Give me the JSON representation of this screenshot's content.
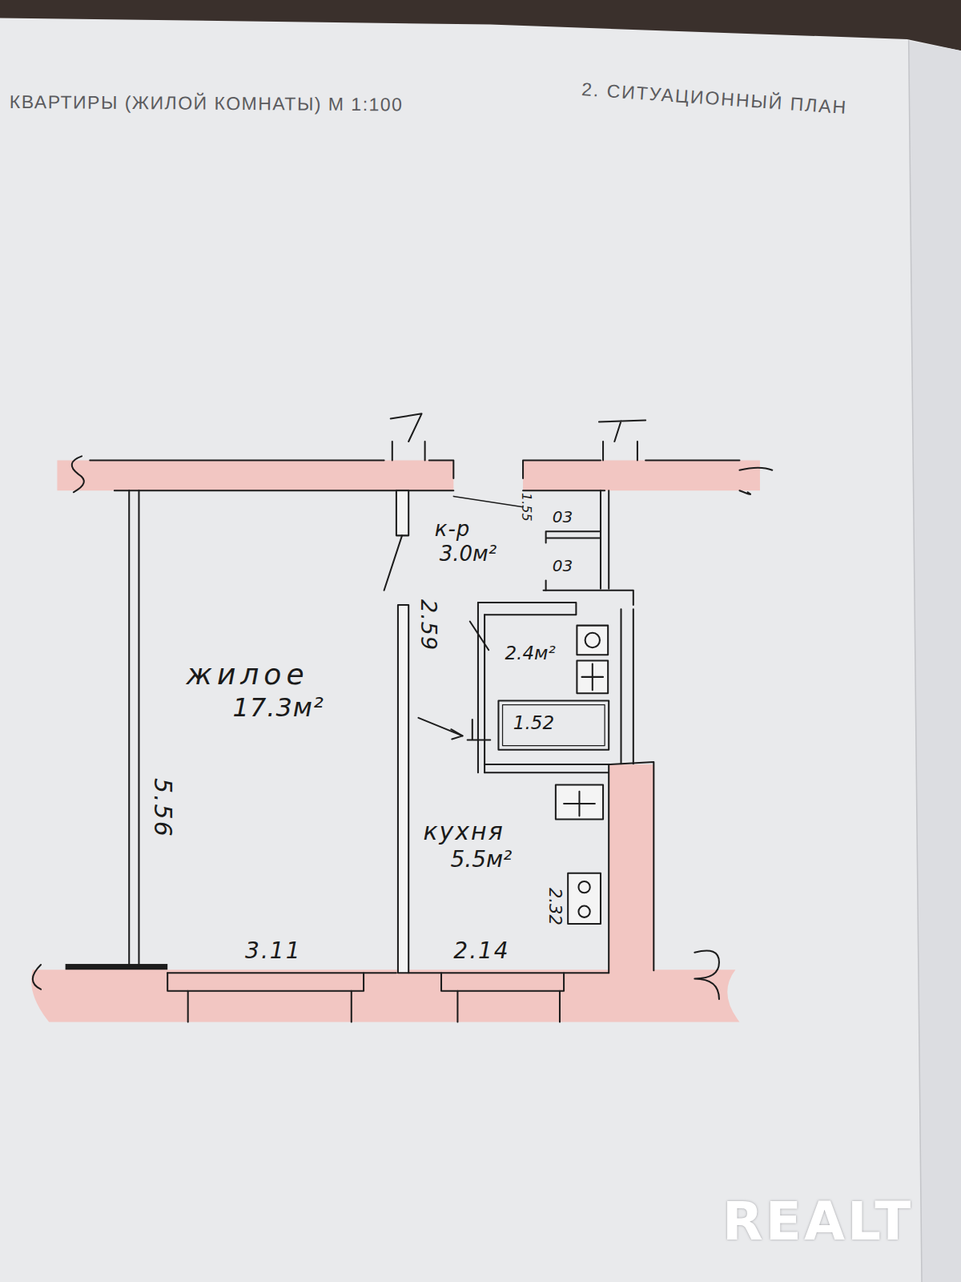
{
  "diagram": {
    "nodes": [
      {
        "text": [
          "жилое",
          "17.3м²"
        ]
      },
      {
        "text": [
          "к-р",
          "3.0м²"
        ]
      },
      {
        "text": [
          "2.4м²"
        ]
      },
      {
        "text": [
          "кухня",
          "5.5м²"
        ]
      }
    ],
    "labels": [
      "КВАРТИРЫ (ЖИЛОЙ КОМНАТЫ) М 1:100",
      "2. СИТУАЦИОННЫЙ ПЛАН",
      "5.56",
      "3.11",
      "2.14",
      "2.59",
      "1.55",
      "03",
      "03",
      "1.52",
      "2.32",
      "REALT"
    ]
  }
}
